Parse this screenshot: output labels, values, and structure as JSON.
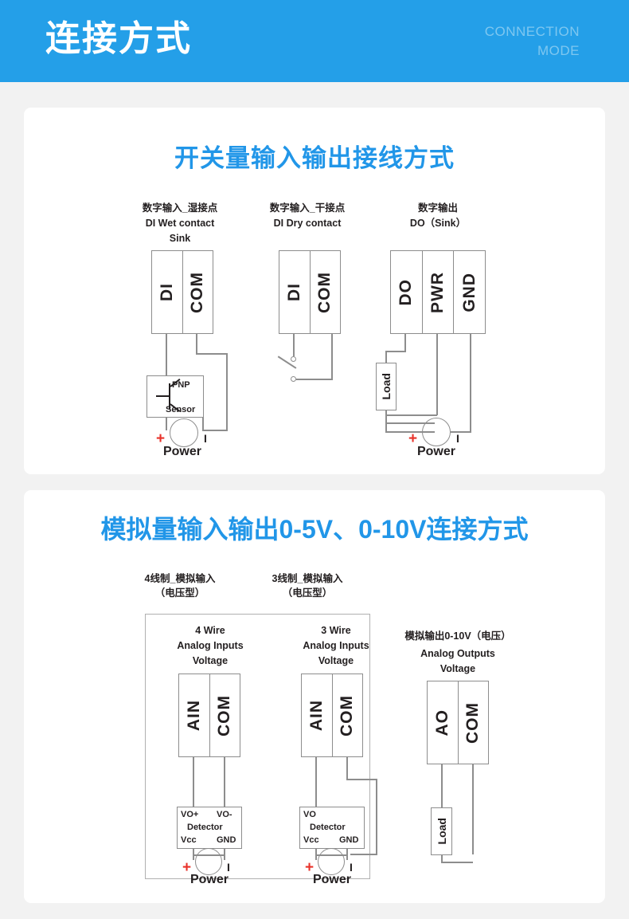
{
  "header": {
    "title": "连接方式",
    "subtitle_line1": "CONNECTION",
    "subtitle_line2": "MODE",
    "bg_color": "#249fe8"
  },
  "colors": {
    "accent_blue": "#2196e8",
    "page_bg": "#f2f2f2",
    "card_bg": "#ffffff",
    "wire_gray": "#8d8d8d",
    "plus_red": "#e8322a"
  },
  "sections": [
    {
      "id": "digital",
      "title": "开关量输入输出接线方式",
      "diagrams": [
        {
          "id": "di-wet",
          "caption_cn": "数字输入_湿接点",
          "caption_en": "DI Wet contact",
          "caption_extra": "Sink",
          "terminals": [
            "DI",
            "COM"
          ],
          "component_labels": [
            "PNP",
            "Sensor"
          ],
          "power_label": "Power",
          "power_plus": "+",
          "power_minus": "I"
        },
        {
          "id": "di-dry",
          "caption_cn": "数字输入_干接点",
          "caption_en": "DI Dry contact",
          "terminals": [
            "DI",
            "COM"
          ]
        },
        {
          "id": "do-sink",
          "caption_cn": "数字输出",
          "caption_en": "DO（Sink）",
          "terminals": [
            "DO",
            "PWR",
            "GND"
          ],
          "load_label": "Load",
          "power_label": "Power",
          "power_plus": "+",
          "power_minus": "I"
        }
      ]
    },
    {
      "id": "analog",
      "title": "模拟量输入输出0-5V、0-10V连接方式",
      "diagrams": [
        {
          "id": "ai-4wire",
          "caption_cn": "4线制_模拟输入",
          "caption_cn2": "（电压型）",
          "title_line1": "4 Wire",
          "title_line2": "Analog Inputs",
          "title_line3": "Voltage",
          "terminals": [
            "AIN",
            "COM"
          ],
          "detector_top_left": "VO+",
          "detector_top_right": "VO-",
          "detector_name": "Detector",
          "detector_bottom_left": "Vcc",
          "detector_bottom_right": "GND",
          "power_label": "Power",
          "power_plus": "+",
          "power_minus": "I"
        },
        {
          "id": "ai-3wire",
          "caption_cn": "3线制_模拟输入",
          "caption_cn2": "（电压型）",
          "title_line1": "3 Wire",
          "title_line2": "Analog Inputs",
          "title_line3": "Voltage",
          "terminals": [
            "AIN",
            "COM"
          ],
          "detector_top_left": "VO",
          "detector_name": "Detector",
          "detector_bottom_left": "Vcc",
          "detector_bottom_right": "GND",
          "power_label": "Power",
          "power_plus": "+",
          "power_minus": "I"
        },
        {
          "id": "ao-voltage",
          "caption_cn": "模拟输出0-10V（电压）",
          "title_line1": "Analog Outputs",
          "title_line2": "Voltage",
          "terminals": [
            "AO",
            "COM"
          ],
          "load_label": "Load"
        }
      ]
    }
  ]
}
